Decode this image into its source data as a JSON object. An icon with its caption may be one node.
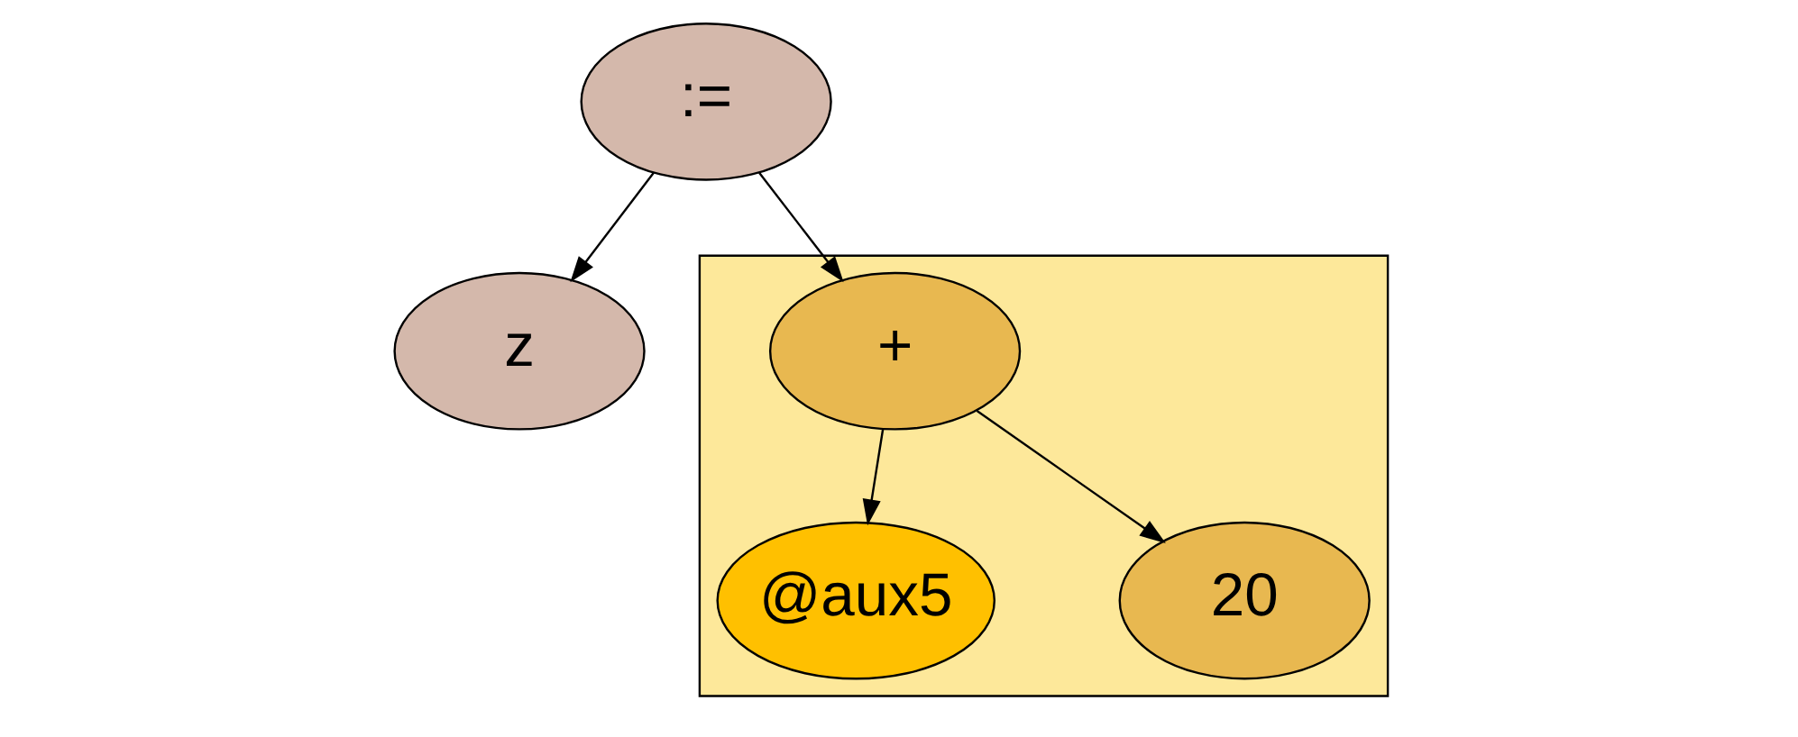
{
  "diagram": {
    "nodes": [
      {
        "text": [
          ":="
        ]
      },
      {
        "text": [
          "z"
        ]
      },
      {
        "text": [],
        "shape": "triangle"
      },
      {
        "text": [
          "+"
        ],
        "in": 2
      },
      {
        "text": [
          "@aux5"
        ],
        "in": 2
      },
      {
        "text": [
          "20"
        ],
        "in": 2
      }
    ],
    "edges": [
      {
        "from": 0,
        "to": 1,
        "arrow": "to"
      },
      {
        "from": 0,
        "to": 3,
        "arrow": "to"
      },
      {
        "from": 3,
        "to": 4,
        "arrow": "to"
      },
      {
        "from": 3,
        "to": 5,
        "arrow": "to"
      }
    ]
  }
}
